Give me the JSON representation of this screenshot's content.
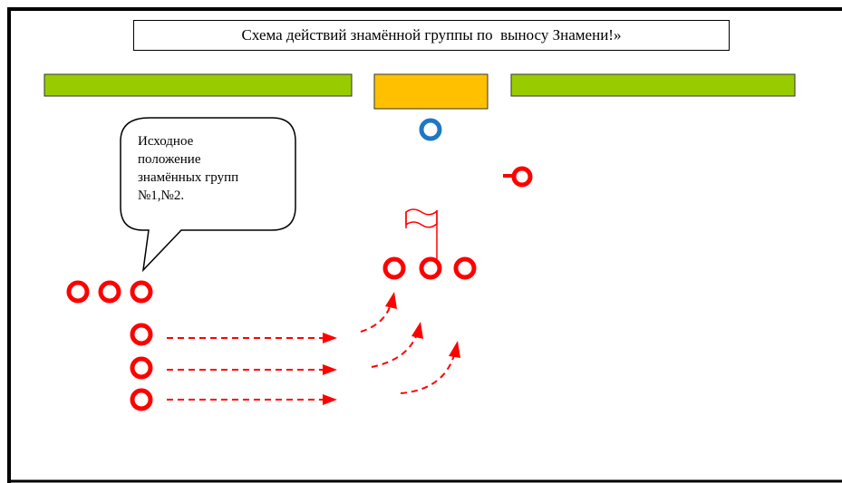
{
  "title": "Схема действий знамённой группы по  выносу Знамени!»",
  "callout": {
    "lines": [
      "Исходное",
      "положение",
      "знамённых групп",
      "№1,№2."
    ]
  },
  "colors": {
    "border": "#000000",
    "green_bar": "#99cc00",
    "orange_bar": "#ffc000",
    "blue_circle": "#1f77c4",
    "red": "#ff0000"
  },
  "icons": {
    "flag": "flag-icon"
  }
}
